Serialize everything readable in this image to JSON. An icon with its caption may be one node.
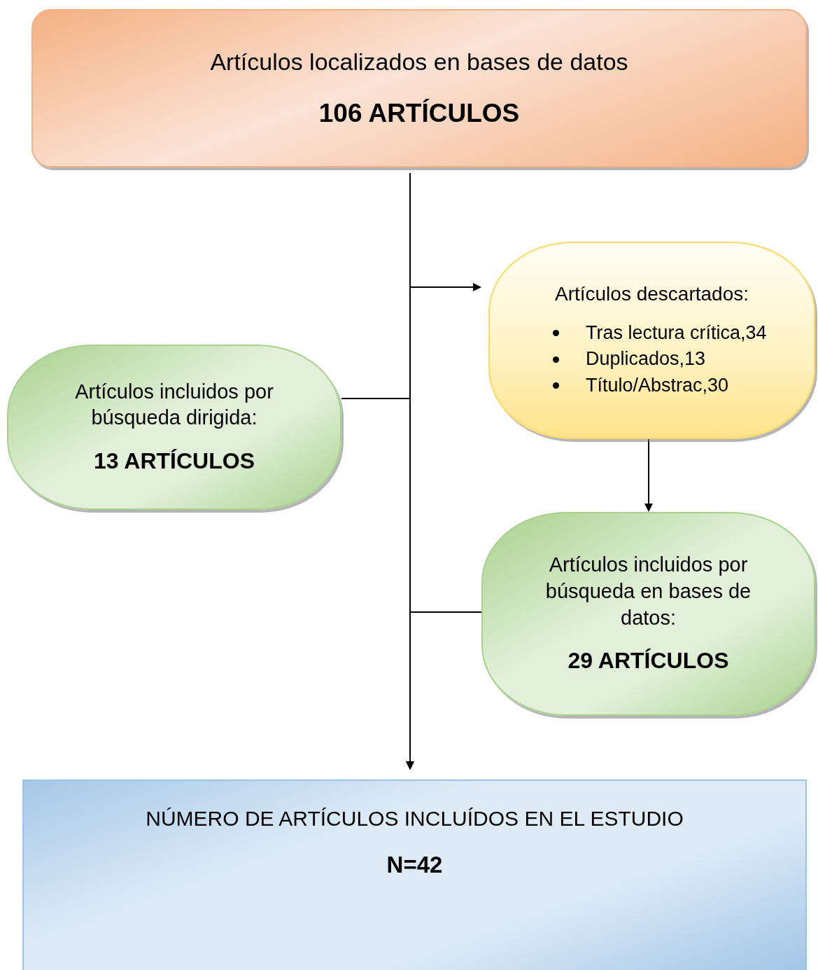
{
  "diagram": {
    "nodes": [
      {
        "text": [
          "Artículos localizados en bases de datos",
          "106 ARTÍCULOS"
        ]
      },
      {
        "text": [
          "Artículos descartados:",
          "Tras lectura crítica,34",
          "Duplicados,13",
          "Título/Abstrac,30"
        ]
      },
      {
        "text": [
          "Artículos incluidos por búsqueda dirigida:",
          "13 ARTÍCULOS"
        ]
      },
      {
        "text": [
          "Artículos incluidos por búsqueda en bases de datos:",
          "29 ARTÍCULOS"
        ]
      },
      {
        "text": [
          "NÚMERO DE ARTÍCULOS INCLUÍDOS EN EL ESTUDIO",
          "N=42"
        ]
      }
    ],
    "edges": [
      {
        "from": 0,
        "to": 4,
        "arrow": "to"
      },
      {
        "from": 0,
        "to": 1,
        "arrow": "to"
      },
      {
        "from": 2,
        "to": 4,
        "arrow": "to"
      },
      {
        "from": 1,
        "to": 3,
        "arrow": "to"
      },
      {
        "from": 3,
        "to": 4,
        "arrow": "to"
      }
    ]
  }
}
